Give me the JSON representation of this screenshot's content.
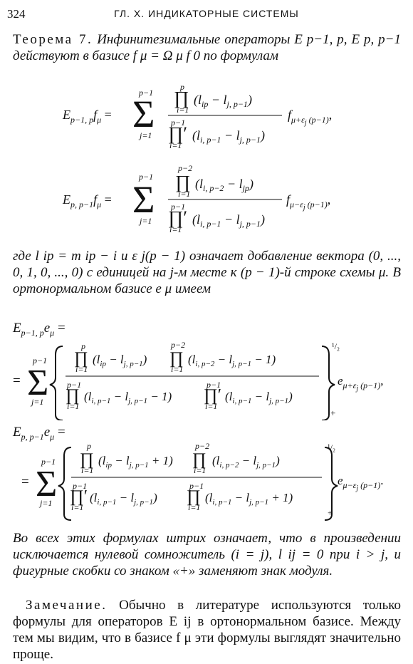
{
  "header": {
    "page_number": "324",
    "running_title": "ГЛ. X. ИНДИКАТОРНЫЕ СИСТЕМЫ"
  },
  "theorem": {
    "title": "Теорема 7.",
    "intro": "Инфинитезимальные операторы E p−1, p, E p, p−1 действуют в базисе f μ = Ω μ f 0 по формулам"
  },
  "equations": {
    "eq1": "E p−1,p f μ = Σ_{j=1}^{p−1} [ Π_{i=1}^{p} (l ip − l j,p−1) / Π′_{i=1}^{p−1} (l i,p−1 − l j,p−1) ] f μ+ε j(p−1),",
    "eq2": "E p,p−1 f μ = Σ_{j=1}^{p−1} [ Π_{i=1}^{p−2} (l i,p−2 − l jp) / Π′_{i=1}^{p−1} (l i,p−1 − l j,p−1) ] f μ−ε j(p−1),",
    "eq3": "E p−1,p e μ = Σ_{j=1}^{p−1} { Π_{i=1}^{p} (l ip − l j,p−1) Π_{i=1}^{p−2} (l i,p−2 − l j,p−1 − 1) / Π_{i=1}^{p−1} (l i,p−1 − l j,p−1 − 1) Π′_{i=1}^{p−1} (l i,p−1 − l j,p−1) }_+^{1/2} e μ+ε j(p−1),",
    "eq4": "E p,p−1 e μ = Σ_{j=1}^{p−1} { Π_{i=1}^{p} (l ip − l j,p−1 + 1) Π_{i=1}^{p−2} (l i,p−2 − l j,p−1) / Π′_{i=1}^{p−1} (l i,p−1 − l j,p−1) Π_{i=1}^{p−1} (l i,p−1 − l j,p−1 + 1) }_+^{1/2} e μ−ε j(p−1)."
  },
  "where_text": "где l ip = m ip − i и ε j(p − 1) означает добавление вектора (0, ..., 0, 1, 0, ..., 0) с единицей на j-м месте к (p − 1)-й строке схемы μ. В ортонормальном базисе e μ имеем",
  "prime_text": "Во всех этих формулах штрих означает, что в произведении исключается нулевой сомножитель (i = j), l ij = 0 при i > j, и фигурные скобки со знаком «+» заменяют знак модуля.",
  "remark": {
    "title": "Замечание.",
    "text": "Обычно в литературе используются только формулы для операторов E ij в ортонормальном базисе. Между тем мы видим, что в базисе f μ эти формулы выглядят значительно проще."
  }
}
